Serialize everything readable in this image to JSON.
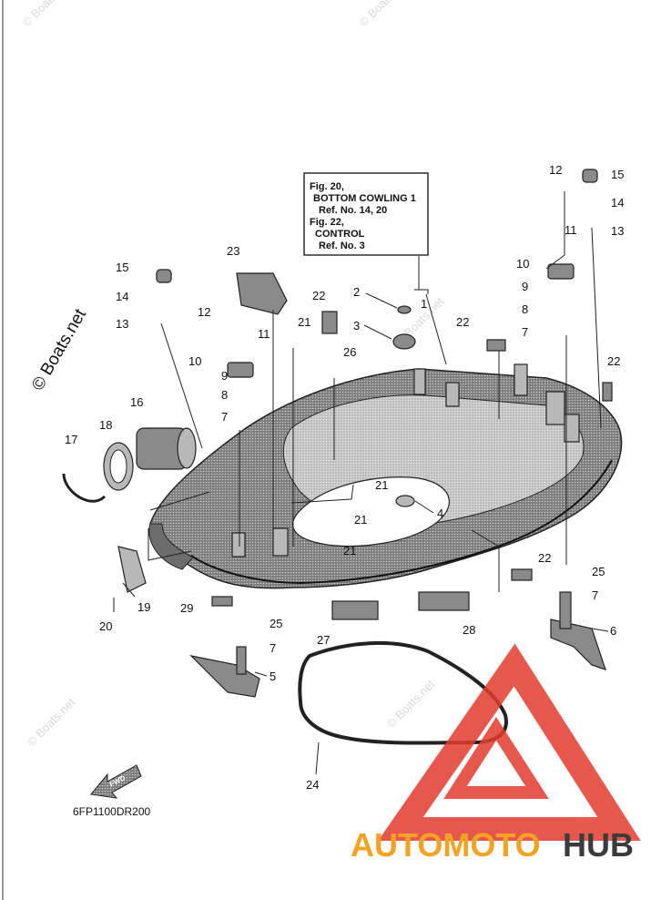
{
  "watermarks": {
    "side": "© Boats.net",
    "tile": "© Boats.net"
  },
  "reference_box": {
    "lines": [
      "Fig. 20,",
      "BOTTOM COWLING 1",
      "Ref. No. 14, 20",
      "Fig. 22,",
      "CONTROL",
      "Ref. No. 3"
    ]
  },
  "callouts": [
    {
      "id": "c1",
      "text": "1"
    },
    {
      "id": "c2",
      "text": "2"
    },
    {
      "id": "c3",
      "text": "3"
    },
    {
      "id": "c4",
      "text": "4"
    },
    {
      "id": "c5",
      "text": "5"
    },
    {
      "id": "c6",
      "text": "6"
    },
    {
      "id": "c7a",
      "text": "7"
    },
    {
      "id": "c7b",
      "text": "7"
    },
    {
      "id": "c7c",
      "text": "7"
    },
    {
      "id": "c7d",
      "text": "7"
    },
    {
      "id": "c8a",
      "text": "8"
    },
    {
      "id": "c8b",
      "text": "8"
    },
    {
      "id": "c9a",
      "text": "9"
    },
    {
      "id": "c9b",
      "text": "9"
    },
    {
      "id": "c10a",
      "text": "10"
    },
    {
      "id": "c10b",
      "text": "10"
    },
    {
      "id": "c11a",
      "text": "11"
    },
    {
      "id": "c11b",
      "text": "11"
    },
    {
      "id": "c12a",
      "text": "12"
    },
    {
      "id": "c12b",
      "text": "12"
    },
    {
      "id": "c13a",
      "text": "13"
    },
    {
      "id": "c13b",
      "text": "13"
    },
    {
      "id": "c14a",
      "text": "14"
    },
    {
      "id": "c14b",
      "text": "14"
    },
    {
      "id": "c15a",
      "text": "15"
    },
    {
      "id": "c15b",
      "text": "15"
    },
    {
      "id": "c16",
      "text": "16"
    },
    {
      "id": "c17",
      "text": "17"
    },
    {
      "id": "c18",
      "text": "18"
    },
    {
      "id": "c19",
      "text": "19"
    },
    {
      "id": "c20",
      "text": "20"
    },
    {
      "id": "c21a",
      "text": "21"
    },
    {
      "id": "c21b",
      "text": "21"
    },
    {
      "id": "c21c",
      "text": "21"
    },
    {
      "id": "c21d",
      "text": "21"
    },
    {
      "id": "c22a",
      "text": "22"
    },
    {
      "id": "c22b",
      "text": "22"
    },
    {
      "id": "c22c",
      "text": "22"
    },
    {
      "id": "c22d",
      "text": "22"
    },
    {
      "id": "c23",
      "text": "23"
    },
    {
      "id": "c24",
      "text": "24"
    },
    {
      "id": "c25a",
      "text": "25"
    },
    {
      "id": "c25b",
      "text": "25"
    },
    {
      "id": "c26",
      "text": "26"
    },
    {
      "id": "c27",
      "text": "27"
    },
    {
      "id": "c28",
      "text": "28"
    },
    {
      "id": "c29",
      "text": "29"
    }
  ],
  "diagram_code": "6FP1100DR200",
  "fwd_arrow_label": "FWD",
  "logo": {
    "brand_a": "AUTOMOTO",
    "brand_b": "HUB",
    "color_a": "#f4a224",
    "color_b": "#3b3b3b",
    "triangle_color": "#e23c2e"
  }
}
